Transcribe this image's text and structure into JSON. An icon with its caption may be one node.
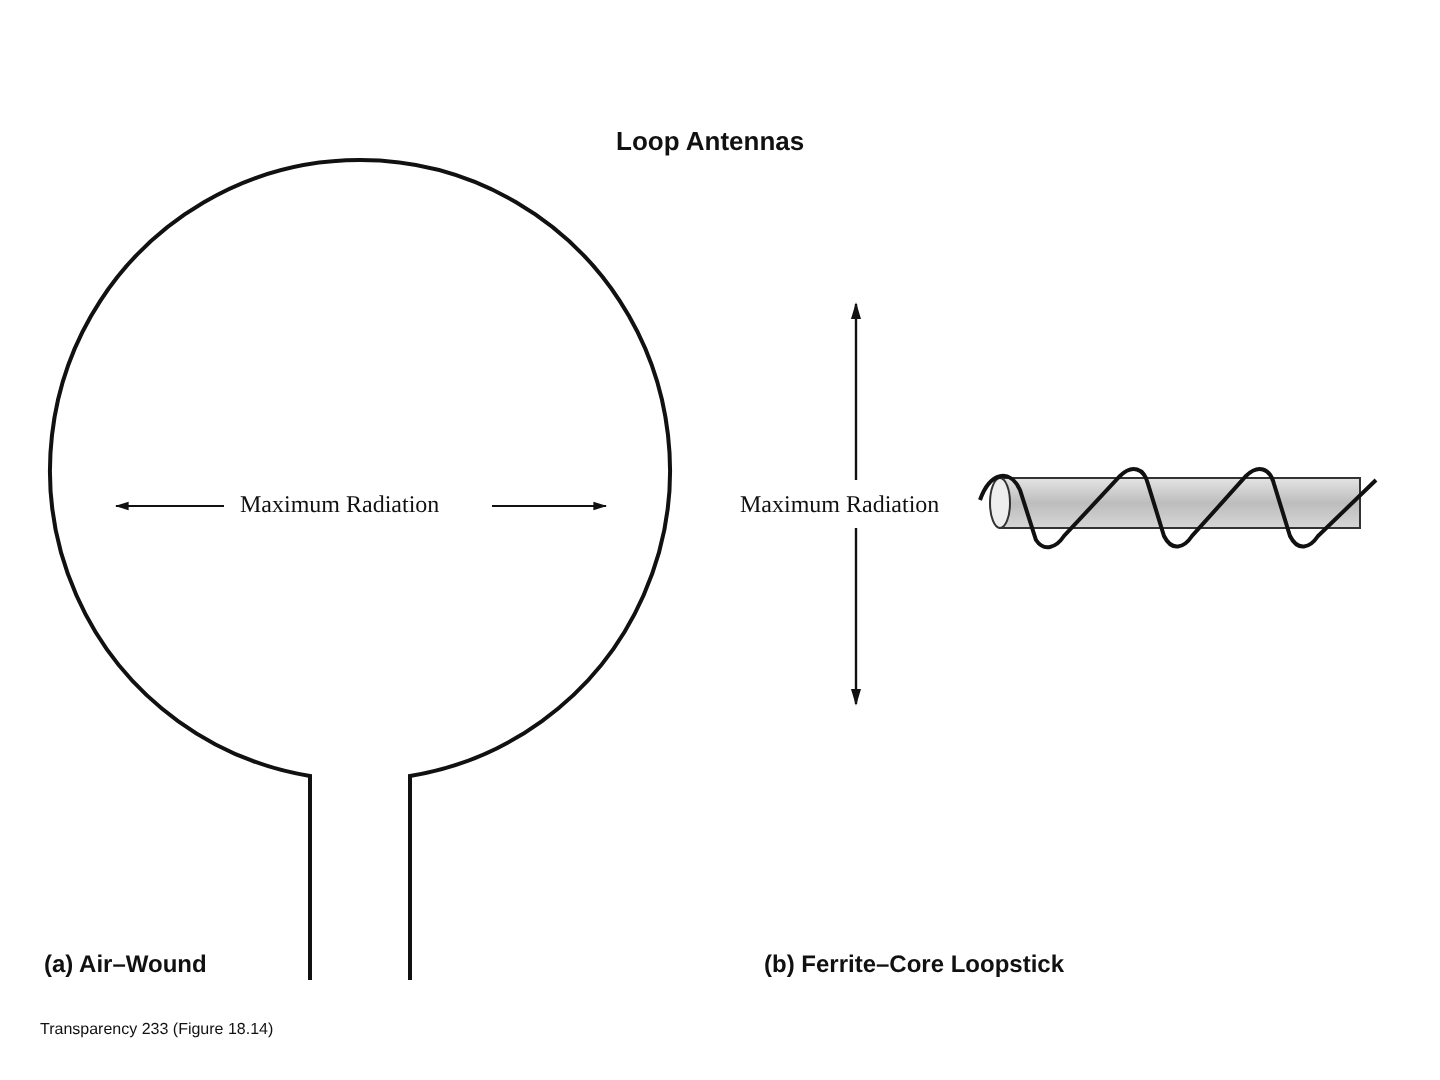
{
  "diagram": {
    "title": "Loop Antennas",
    "labels": [
      "Maximum Radiation",
      "Maximum Radiation",
      "(a) Air–Wound",
      "(b) Ferrite–Core Loopstick",
      "Transparency 233 (Figure 18.14)"
    ]
  }
}
